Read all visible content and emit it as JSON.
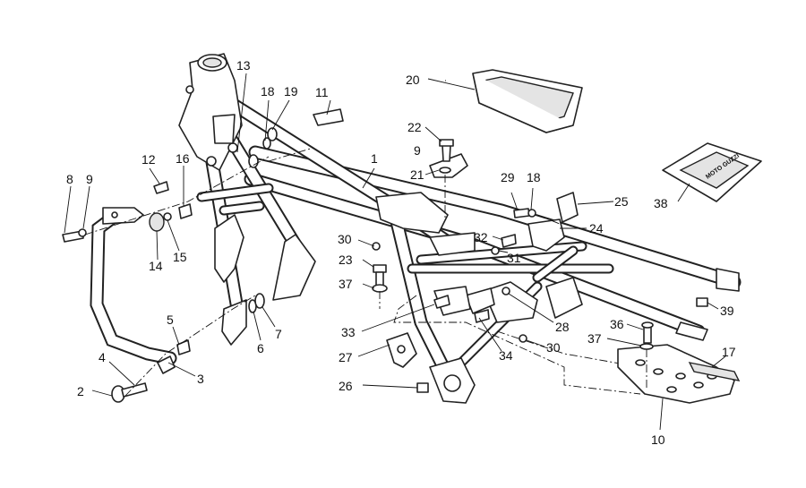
{
  "diagram": {
    "callouts": [
      "1",
      "2",
      "3",
      "4",
      "5",
      "6",
      "7",
      "8",
      "9",
      "10",
      "11",
      "12",
      "13",
      "14",
      "15",
      "16",
      "17",
      "18",
      "19",
      "20",
      "21",
      "22",
      "23",
      "24",
      "25",
      "26",
      "27",
      "28",
      "29",
      "30",
      "31",
      "32",
      "33",
      "34",
      "36",
      "37",
      "38",
      "39"
    ],
    "callouts_repeated": {
      "9b": "9",
      "18b": "18",
      "30b": "30",
      "37b": "37"
    },
    "sticker_logo": "MOTO GUZZI"
  }
}
